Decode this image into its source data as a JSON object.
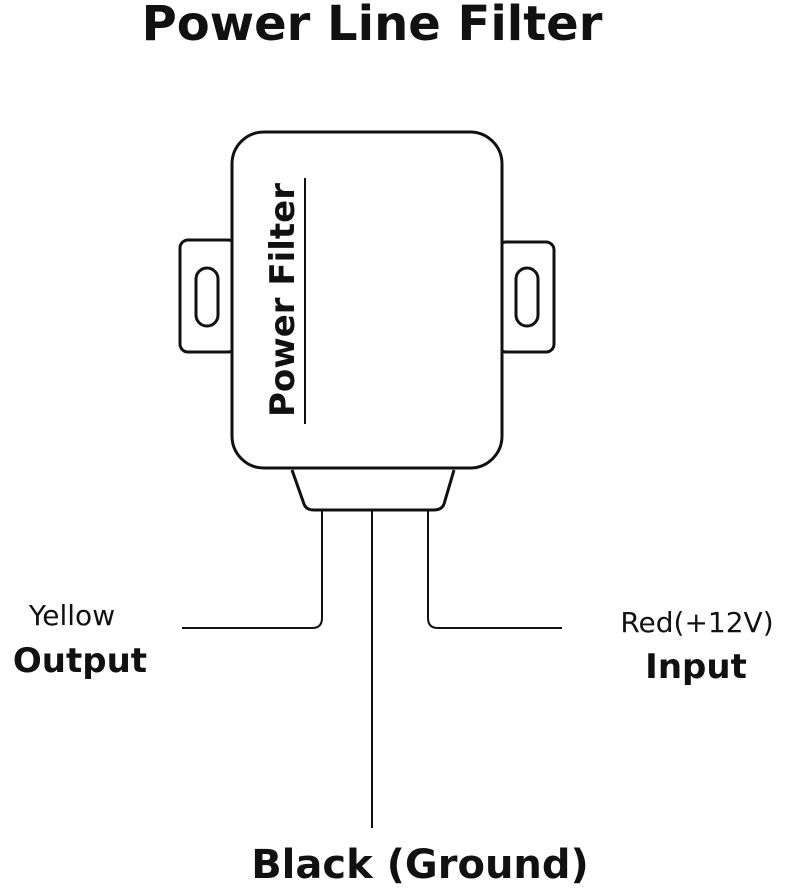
{
  "title": "Power Line Filter",
  "device": {
    "label": "Power Filter"
  },
  "wires": {
    "yellow": {
      "color_name": "Yellow",
      "role": "Output"
    },
    "red": {
      "color_name": "Red(+12V)",
      "role": "Input"
    },
    "black": {
      "label": "Black (Ground)"
    }
  }
}
